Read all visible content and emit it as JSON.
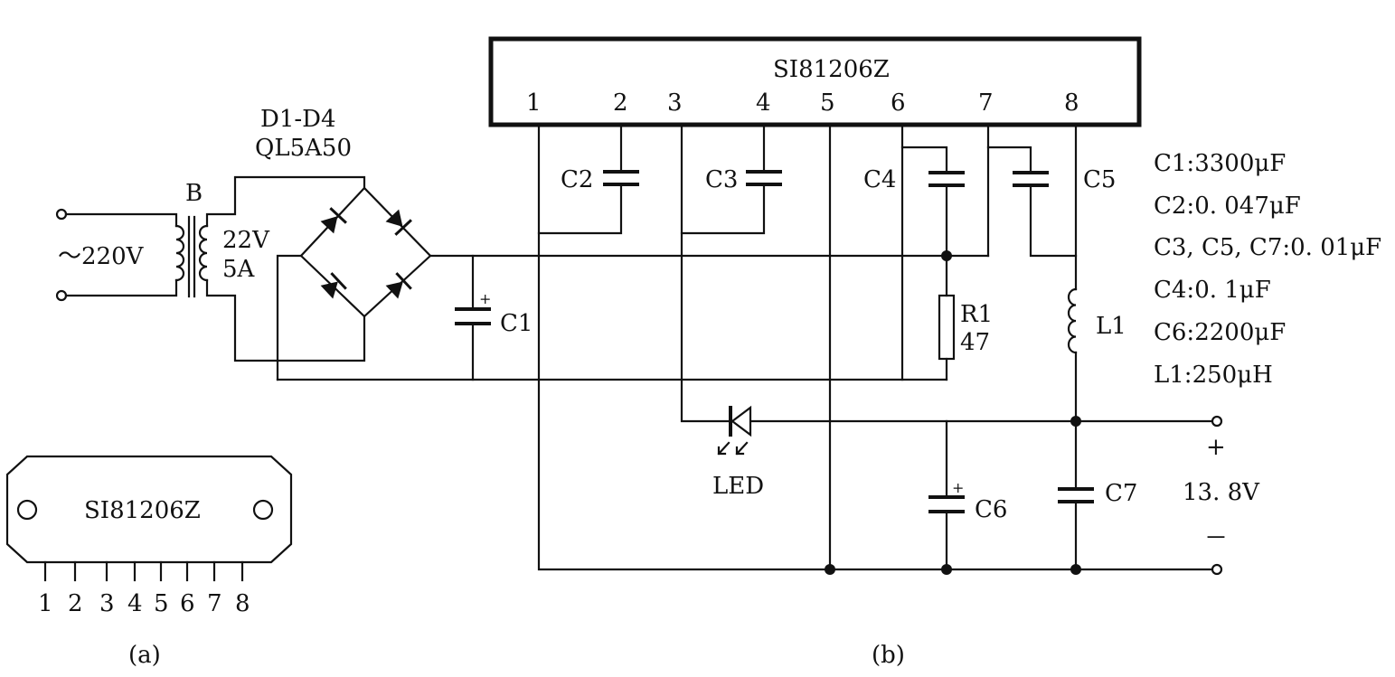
{
  "ic": {
    "name": "SI81206Z",
    "pins": [
      "1",
      "2",
      "3",
      "4",
      "5",
      "6",
      "7",
      "8"
    ]
  },
  "transformer": {
    "label": "B",
    "primary": "～220V",
    "secondary_voltage": "22V",
    "secondary_current": "5A"
  },
  "bridge": {
    "label": "D1-D4",
    "part": "QL5A50"
  },
  "components": {
    "c1": "C1",
    "c2": "C2",
    "c3": "C3",
    "c4": "C4",
    "c5": "C5",
    "c6": "C6",
    "c7": "C7",
    "r1_name": "R1",
    "r1_value": "47",
    "l1": "L1",
    "led": "LED"
  },
  "output": {
    "plus": "+",
    "voltage": "13. 8V",
    "minus": "－"
  },
  "specs": [
    "C1:3300μF",
    "C2:0. 047μF",
    "C3, C5, C7:0. 01μF",
    "C4:0. 1μF",
    "C6:2200μF",
    "L1:250μH"
  ],
  "package": {
    "name": "SI81206Z",
    "pins": [
      "1",
      "2",
      "3",
      "4",
      "5",
      "6",
      "7",
      "8"
    ]
  },
  "captions": {
    "a": "(a)",
    "b": "(b)"
  }
}
